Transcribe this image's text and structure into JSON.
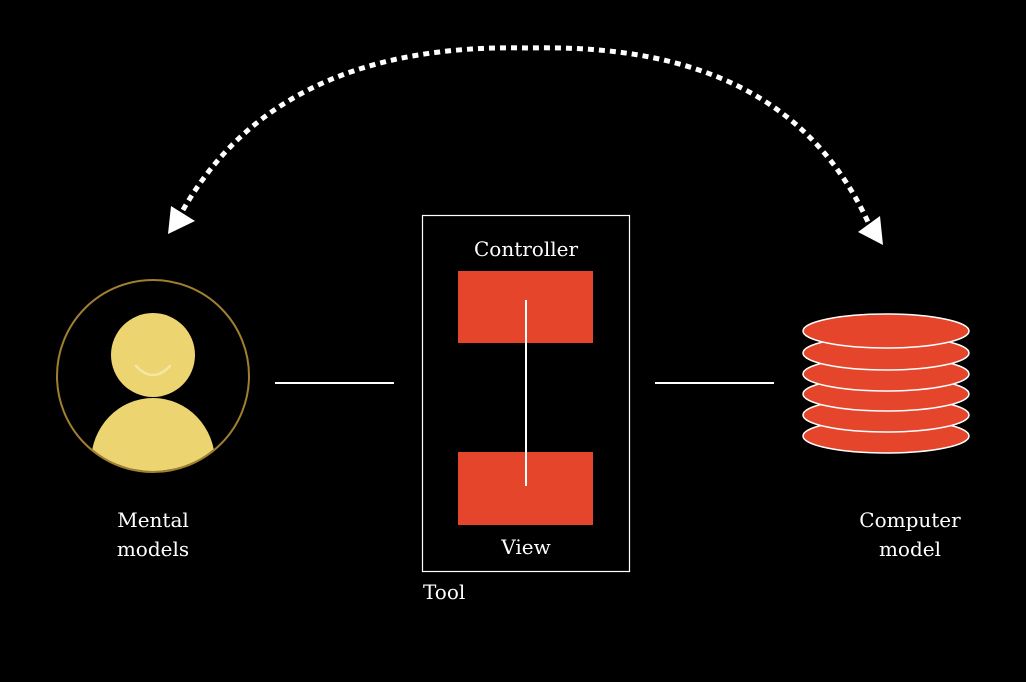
{
  "colors": {
    "background": "#000000",
    "accent_red": "#e5462b",
    "person_yellow": "#ecd470",
    "ring_gold": "#a08030",
    "line_white": "#ffffff"
  },
  "nodes": {
    "mental_models": {
      "icon": "person-icon",
      "label_line1": "Mental",
      "label_line2": "models"
    },
    "tool": {
      "label": "Tool",
      "controller_label": "Controller",
      "view_label": "View"
    },
    "computer_model": {
      "icon": "database-stack-icon",
      "label_line1": "Computer",
      "label_line2": "model"
    }
  },
  "connectors": {
    "top_arc": "bidirectional-dotted-arrow"
  }
}
